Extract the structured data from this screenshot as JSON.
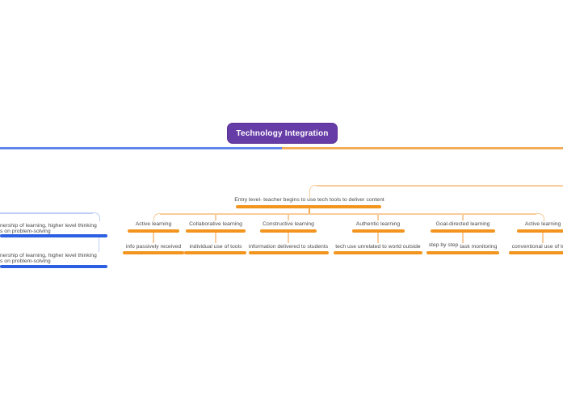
{
  "title_node": {
    "label": "Technology Integration"
  },
  "colors": {
    "orange-strong": "#F2951F",
    "orange-mid": "#F2A94F",
    "orange-light": "#F8CC9B",
    "orange-main": "#F2AC57",
    "blue-strong": "#2C5FE2",
    "blue-light": "#BFCFF7",
    "blue-main": "#5F87EA",
    "text": "#4B4B4B",
    "purple": "#663CA6"
  },
  "right": {
    "parent_label": "Entry level- teacher begins to use tech tools to deliver content",
    "branches": [
      {
        "label": "Active learning",
        "child": "info passively received"
      },
      {
        "label": "Collaborative learning",
        "child": "individual use of tools"
      },
      {
        "label": "Constructive learning",
        "child": "information delivered to students"
      },
      {
        "label": "Authentic learning",
        "child": "tech use unrelated to world outside"
      },
      {
        "label": "Goal-directed learning",
        "child_part1": "step by step",
        "child_part2": "task monitoring"
      },
      {
        "label": "Active learning",
        "child": "conventional use of tools"
      }
    ]
  },
  "left": {
    "node_line1": "nership of learning, higher level thinking",
    "node_line2": "s on problem-solving",
    "child_line1": "nership of learning, higher level thinking",
    "child_line2": "s on problem-solving"
  }
}
